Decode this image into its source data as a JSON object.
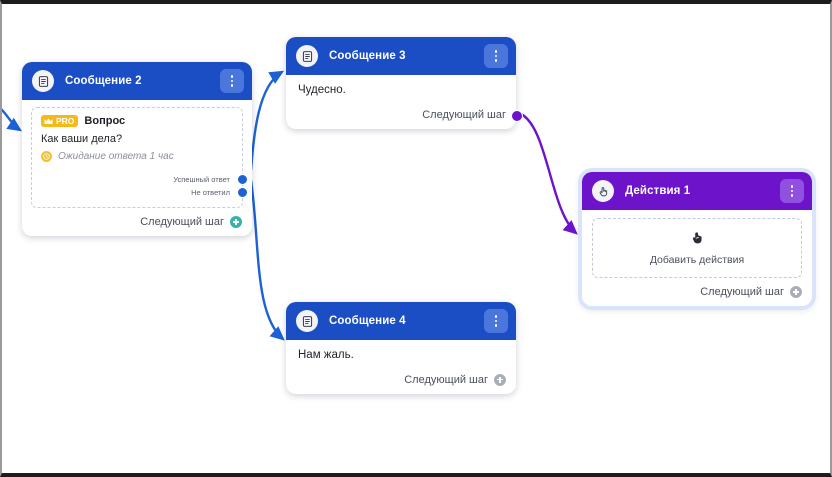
{
  "canvas": {
    "background": "#ffffff",
    "accent_blue": "#1b4dc4",
    "accent_purple": "#6d13c9",
    "port_blue": "#1b62d4",
    "badge_orange": "#f6b919",
    "plus_teal": "#36b3a8",
    "plus_gray": "#a9aeb8"
  },
  "nodes": [
    {
      "id": "msg2",
      "title": "Сообщение 2",
      "header_color": "#1b4dc4",
      "icon": "message-icon",
      "menu_icon": "kebab-menu-icon",
      "question": {
        "badge": "PRO",
        "badge_icon": "crown-icon",
        "label": "Вопрос",
        "text": "Как ваши дела?",
        "wait_icon": "clock-icon",
        "wait_text": "Ожидание ответа 1 час"
      },
      "ports": [
        {
          "label": "Успешный ответ",
          "color": "#1b62d4"
        },
        {
          "label": "Не ответил",
          "color": "#1b62d4"
        }
      ],
      "footer": {
        "label": "Следующий шаг",
        "plus_style": "teal"
      }
    },
    {
      "id": "msg3",
      "title": "Сообщение 3",
      "header_color": "#1b4dc4",
      "icon": "message-icon",
      "menu_icon": "kebab-menu-icon",
      "body": "Чудесно.",
      "footer": {
        "label": "Следующий шаг",
        "plus_style": "connected",
        "dot_color": "#6d13c9"
      }
    },
    {
      "id": "msg4",
      "title": "Сообщение 4",
      "header_color": "#1b4dc4",
      "icon": "message-icon",
      "menu_icon": "kebab-menu-icon",
      "body": "Нам жаль.",
      "footer": {
        "label": "Следующий шаг",
        "plus_style": "gray"
      }
    },
    {
      "id": "actions1",
      "title": "Действия 1",
      "header_color": "#6d13c9",
      "icon": "pointing-hand-icon",
      "menu_icon": "kebab-menu-icon",
      "selected": true,
      "slot": {
        "icon": "pointing-hand-cursor-icon",
        "label": "Добавить действия"
      },
      "footer": {
        "label": "Следующий шаг",
        "plus_style": "gray"
      }
    }
  ],
  "edges": [
    {
      "from": "external-left",
      "to": "msg2",
      "color": "#1b62d4"
    },
    {
      "from": "msg2.Успешный ответ",
      "to": "msg3",
      "color": "#1b62d4"
    },
    {
      "from": "msg2.Не ответил",
      "to": "msg4",
      "color": "#1b62d4"
    },
    {
      "from": "msg3.next-step",
      "to": "actions1",
      "color": "#6d13c9"
    }
  ]
}
